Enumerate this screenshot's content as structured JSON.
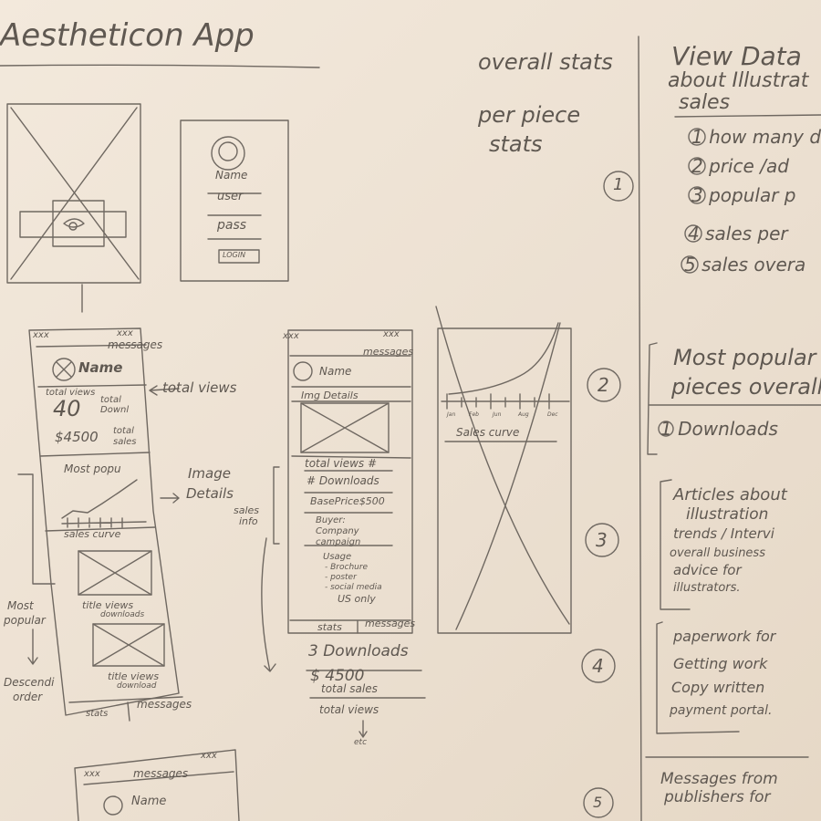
{
  "header": {
    "app_title": "Aestheticon App"
  },
  "column_features": {
    "overall_stats": "overall stats",
    "per_piece_1": "per piece",
    "per_piece_2": "stats",
    "numbers": [
      "1",
      "2",
      "3",
      "4",
      "5"
    ]
  },
  "column_data": {
    "heading": [
      "View Data",
      "about Illustrat",
      "sales"
    ],
    "list": [
      "1 how many d",
      "2 price /ad",
      "3 popular p",
      "4 sales per",
      "5 sales overa"
    ],
    "box2": [
      "Most popular",
      "pieces overall",
      "1 Downloads"
    ],
    "box3": [
      "Articles about",
      "illustration",
      "trends / Intervi",
      "overall business",
      "advice for",
      "illustrators."
    ],
    "box4": [
      "paperwork for",
      "Getting work",
      "Copy written",
      "payment portal."
    ],
    "box5": [
      "Messages from",
      "publishers for"
    ]
  },
  "screen_splash": {},
  "screen_login": {
    "name": "Name",
    "user": "user",
    "pass": "pass",
    "login_button": "LOGIN"
  },
  "screen_home": {
    "top_marks": "xxx",
    "top_marks_right": "xxx",
    "messages": "messages",
    "name": "Name",
    "total_views": "total views",
    "big_number": "40",
    "total_downl": "total",
    "downl": "Downl",
    "sales_value": "$4500",
    "total": "total",
    "sales": "sales",
    "most_popular": "Most popu",
    "sales_curve": "sales curve",
    "card1_title": "title views",
    "card1_dl": "downloads",
    "card2_title": "title views",
    "card2_dl": "download",
    "tab_stats": "stats",
    "tab_messages": "messages"
  },
  "annotations": {
    "total_views": "total views",
    "image_details_1": "Image",
    "image_details_2": "Details",
    "most_popular_1": "Most",
    "most_popular_2": "popular",
    "descending_1": "Descendi",
    "descending_2": "order",
    "sales_info_1": "sales",
    "sales_info_2": "info",
    "etc": "etc"
  },
  "screen_detail": {
    "top_marks": "xxx",
    "top_marks_right": "xxx",
    "messages": "messages",
    "name": "Name",
    "img_details": "Img Details",
    "total_views": "total views #",
    "downloads": "# Downloads",
    "base_price": "BasePrice$500",
    "buyer": "Buyer:",
    "company": "Company",
    "campaign": "campaign",
    "usage": "Usage",
    "usage_items": [
      "- Brochure",
      "- poster",
      "- social media"
    ],
    "us_only": "US only",
    "tab_stats": "stats",
    "tab_messages": "messages"
  },
  "screen_detail_stats": {
    "downloads": "3 Downloads",
    "sales_value": "$ 4500",
    "total_sales": "total sales",
    "total_views": "total views"
  },
  "screen_chart": {
    "months": [
      "Jan",
      "Feb",
      "Jun",
      "Aug",
      "Dec"
    ],
    "caption": "Sales curve"
  },
  "screen_bottom": {
    "top_marks": "xxx",
    "top_marks_right": "xxx",
    "messages": "messages",
    "name": "Name"
  }
}
